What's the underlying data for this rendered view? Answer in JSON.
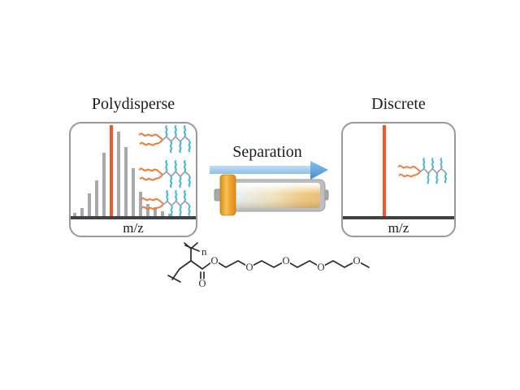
{
  "colors": {
    "accent_orange": "#f1572b",
    "bar_gray": "#a7a9ac",
    "squiggle_orange": "#ef7c3c",
    "squiggle_blue": "#45b6e2",
    "backbone_gray": "#9b9ea1",
    "axis_line": "#414042",
    "box_border": "#97999c",
    "title_text": "#1b1b1b",
    "structure_ink": "#2b2b2b",
    "arrow_blue_light": "#c3ddf4",
    "arrow_blue_mid": "#8fc0e8",
    "arrow_blue_dark": "#3f8ed2",
    "column_gray": "#bcbfc2",
    "column_cap_orange": "#f2a733",
    "column_bed_left": "#e8f2f6",
    "column_bed_right": "#eabf72"
  },
  "panels": {
    "left": {
      "title": "Polydisperse",
      "axis_label": "m/z"
    },
    "right": {
      "title": "Discrete",
      "axis_label": "m/z"
    }
  },
  "separation": {
    "label": "Separation"
  },
  "structure": {
    "repeat_label": "n",
    "oxygen_label": "O"
  },
  "chart_data": [
    {
      "type": "bar",
      "title": "Polydisperse",
      "xlabel": "m/z",
      "ylabel": "",
      "categories": [],
      "values_relative": [
        0.04,
        0.09,
        0.25,
        0.39,
        0.7,
        1.0,
        0.93,
        0.76,
        0.53,
        0.27,
        0.13,
        0.1,
        0.05,
        0.03
      ],
      "highlight_index": 5,
      "highlight_meaning": "target discrete species within polydisperse distribution",
      "grid": false,
      "legend": false
    },
    {
      "type": "bar",
      "title": "Discrete",
      "xlabel": "m/z",
      "ylabel": "",
      "categories": [],
      "values_relative": [
        1.0
      ],
      "highlight_index": 0,
      "highlight_meaning": "single isolated discrete species",
      "grid": false,
      "legend": false
    }
  ]
}
